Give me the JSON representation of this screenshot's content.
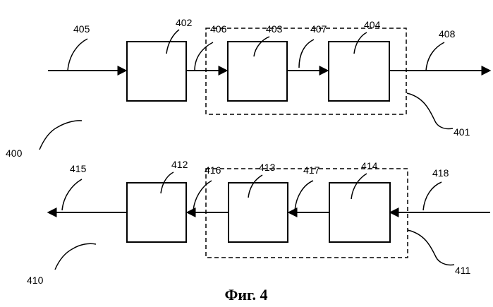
{
  "diagram": {
    "labels": {
      "l400": "400",
      "l401": "401",
      "l402": "402",
      "l403": "403",
      "l404": "404",
      "l405": "405",
      "l406": "406",
      "l407": "407",
      "l408": "408",
      "l410": "410",
      "l411": "411",
      "l412": "412",
      "l413": "413",
      "l414": "414",
      "l415": "415",
      "l416": "416",
      "l417": "417",
      "l418": "418"
    },
    "caption": "Фиг. 4"
  }
}
